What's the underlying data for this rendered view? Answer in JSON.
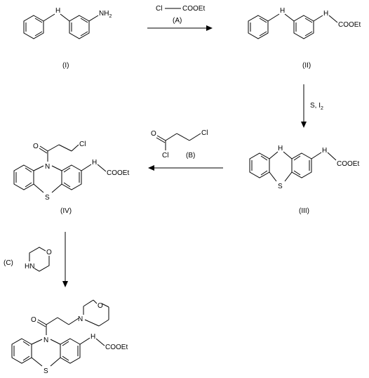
{
  "compounds": {
    "c1": {
      "label": "(I)",
      "nh": "H",
      "nh2": "NH",
      "nh2_sub": "2"
    },
    "c2": {
      "label": "(II)",
      "nh_a": "H",
      "nh_b": "H",
      "ester": "COOEt"
    },
    "c3": {
      "label": "(III)",
      "ring_n": "H",
      "ring_s": "S",
      "nh": "H",
      "ester": "COOEt"
    },
    "c4": {
      "label": "(IV)",
      "o": "O",
      "cl": "Cl",
      "ring_n": "N",
      "ring_s": "S",
      "nh": "H",
      "ester": "COOEt"
    },
    "c5": {
      "o": "O",
      "ring_n": "N",
      "ring_s": "S",
      "nh": "H",
      "ester": "COOEt",
      "morph_n": "N",
      "morph_o": "O"
    }
  },
  "reagents": {
    "a": {
      "cl": "Cl",
      "ester": "COOEt",
      "label": "(A)"
    },
    "sulfur": {
      "text": "S, I",
      "sub": "2"
    },
    "b": {
      "o": "O",
      "cl_acyl": "Cl",
      "cl_alkyl": "Cl",
      "label": "(B)"
    },
    "c": {
      "label": "(C)",
      "nh": "HN",
      "o": "O"
    }
  }
}
